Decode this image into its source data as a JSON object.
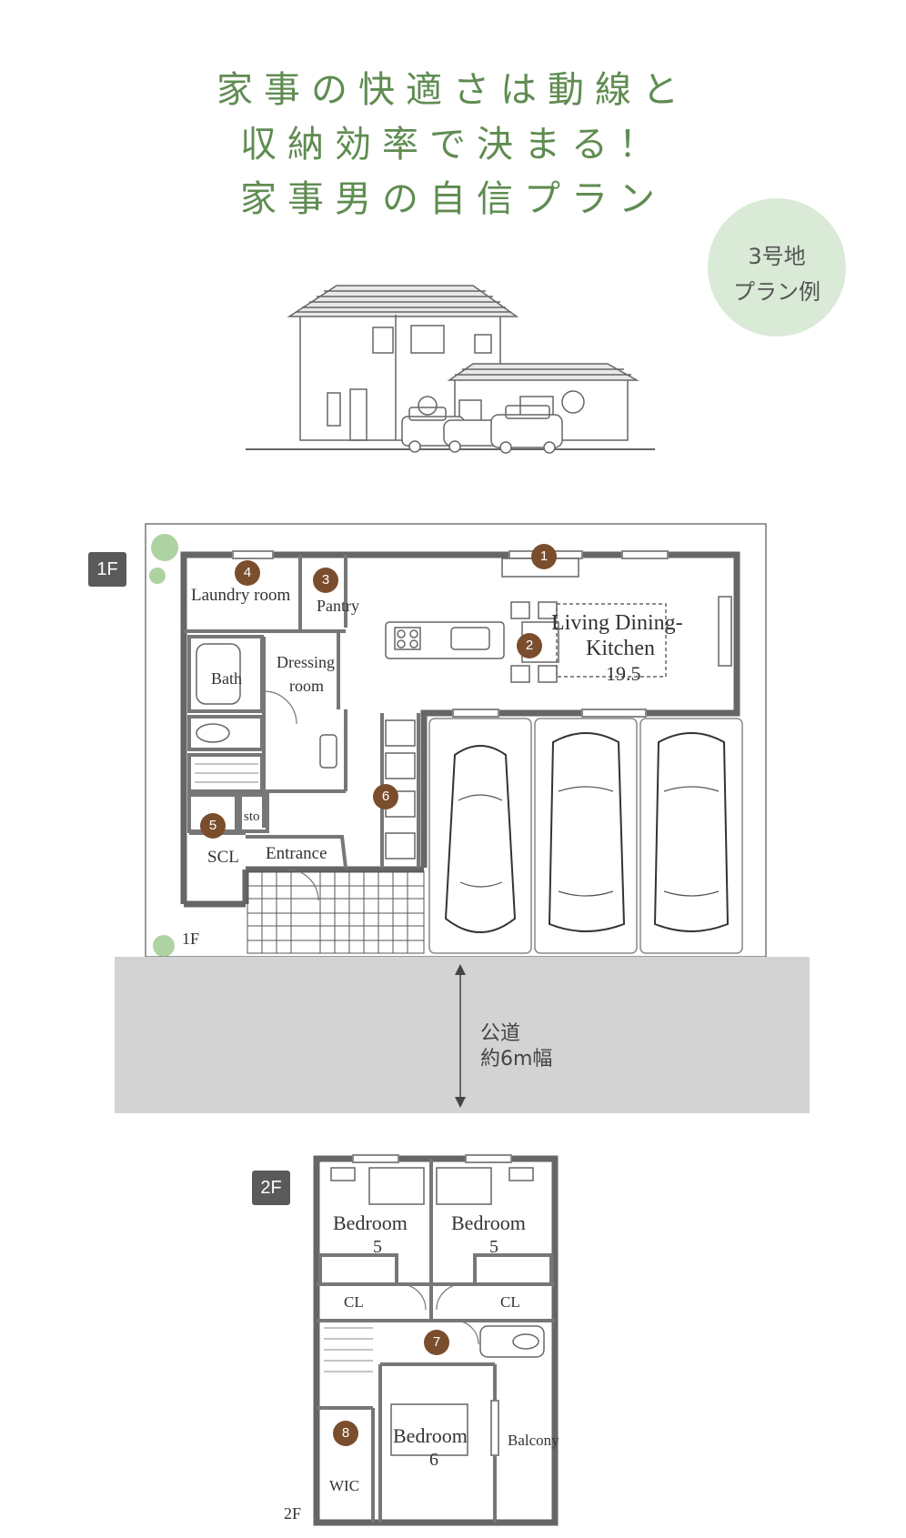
{
  "title": {
    "line1": "家事の快適さは動線と",
    "line2": "収納効率で決まる！",
    "line3": "家事男の自信プラン"
  },
  "badge": {
    "line1": "3号地",
    "line2": "プラン例"
  },
  "floor1": {
    "tag": "1F",
    "corner_label": "1F",
    "rooms": {
      "laundry": "Laundry room",
      "pantry": "Pantry",
      "ldk_line1": "Living Dining-",
      "ldk_line2": "Kitchen",
      "ldk_size": "19.5",
      "bath": "Bath",
      "dressing_line1": "Dressing",
      "dressing_line2": "room",
      "sto": "sto",
      "scl": "SCL",
      "entrance": "Entrance"
    },
    "markers": [
      "1",
      "2",
      "3",
      "4",
      "5",
      "6"
    ]
  },
  "road": {
    "line1": "公道",
    "line2": "約6m幅"
  },
  "floor2": {
    "tag": "2F",
    "corner_label": "2F",
    "rooms": {
      "bedroom_left": "Bedroom",
      "bedroom_left_size": "5",
      "bedroom_right": "Bedroom",
      "bedroom_right_size": "5",
      "cl_left": "CL",
      "cl_right": "CL",
      "bedroom_main": "Bedroom",
      "bedroom_main_size": "6",
      "balcony": "Balcony",
      "wic": "WIC"
    },
    "markers": [
      "7",
      "8"
    ]
  },
  "colors": {
    "title_green": "#5f8c51",
    "badge_bg": "#d9ead6",
    "marker_brown": "#7a4e2d",
    "road_gray": "#d3d3d3",
    "tag_gray": "#5a5a5a"
  }
}
